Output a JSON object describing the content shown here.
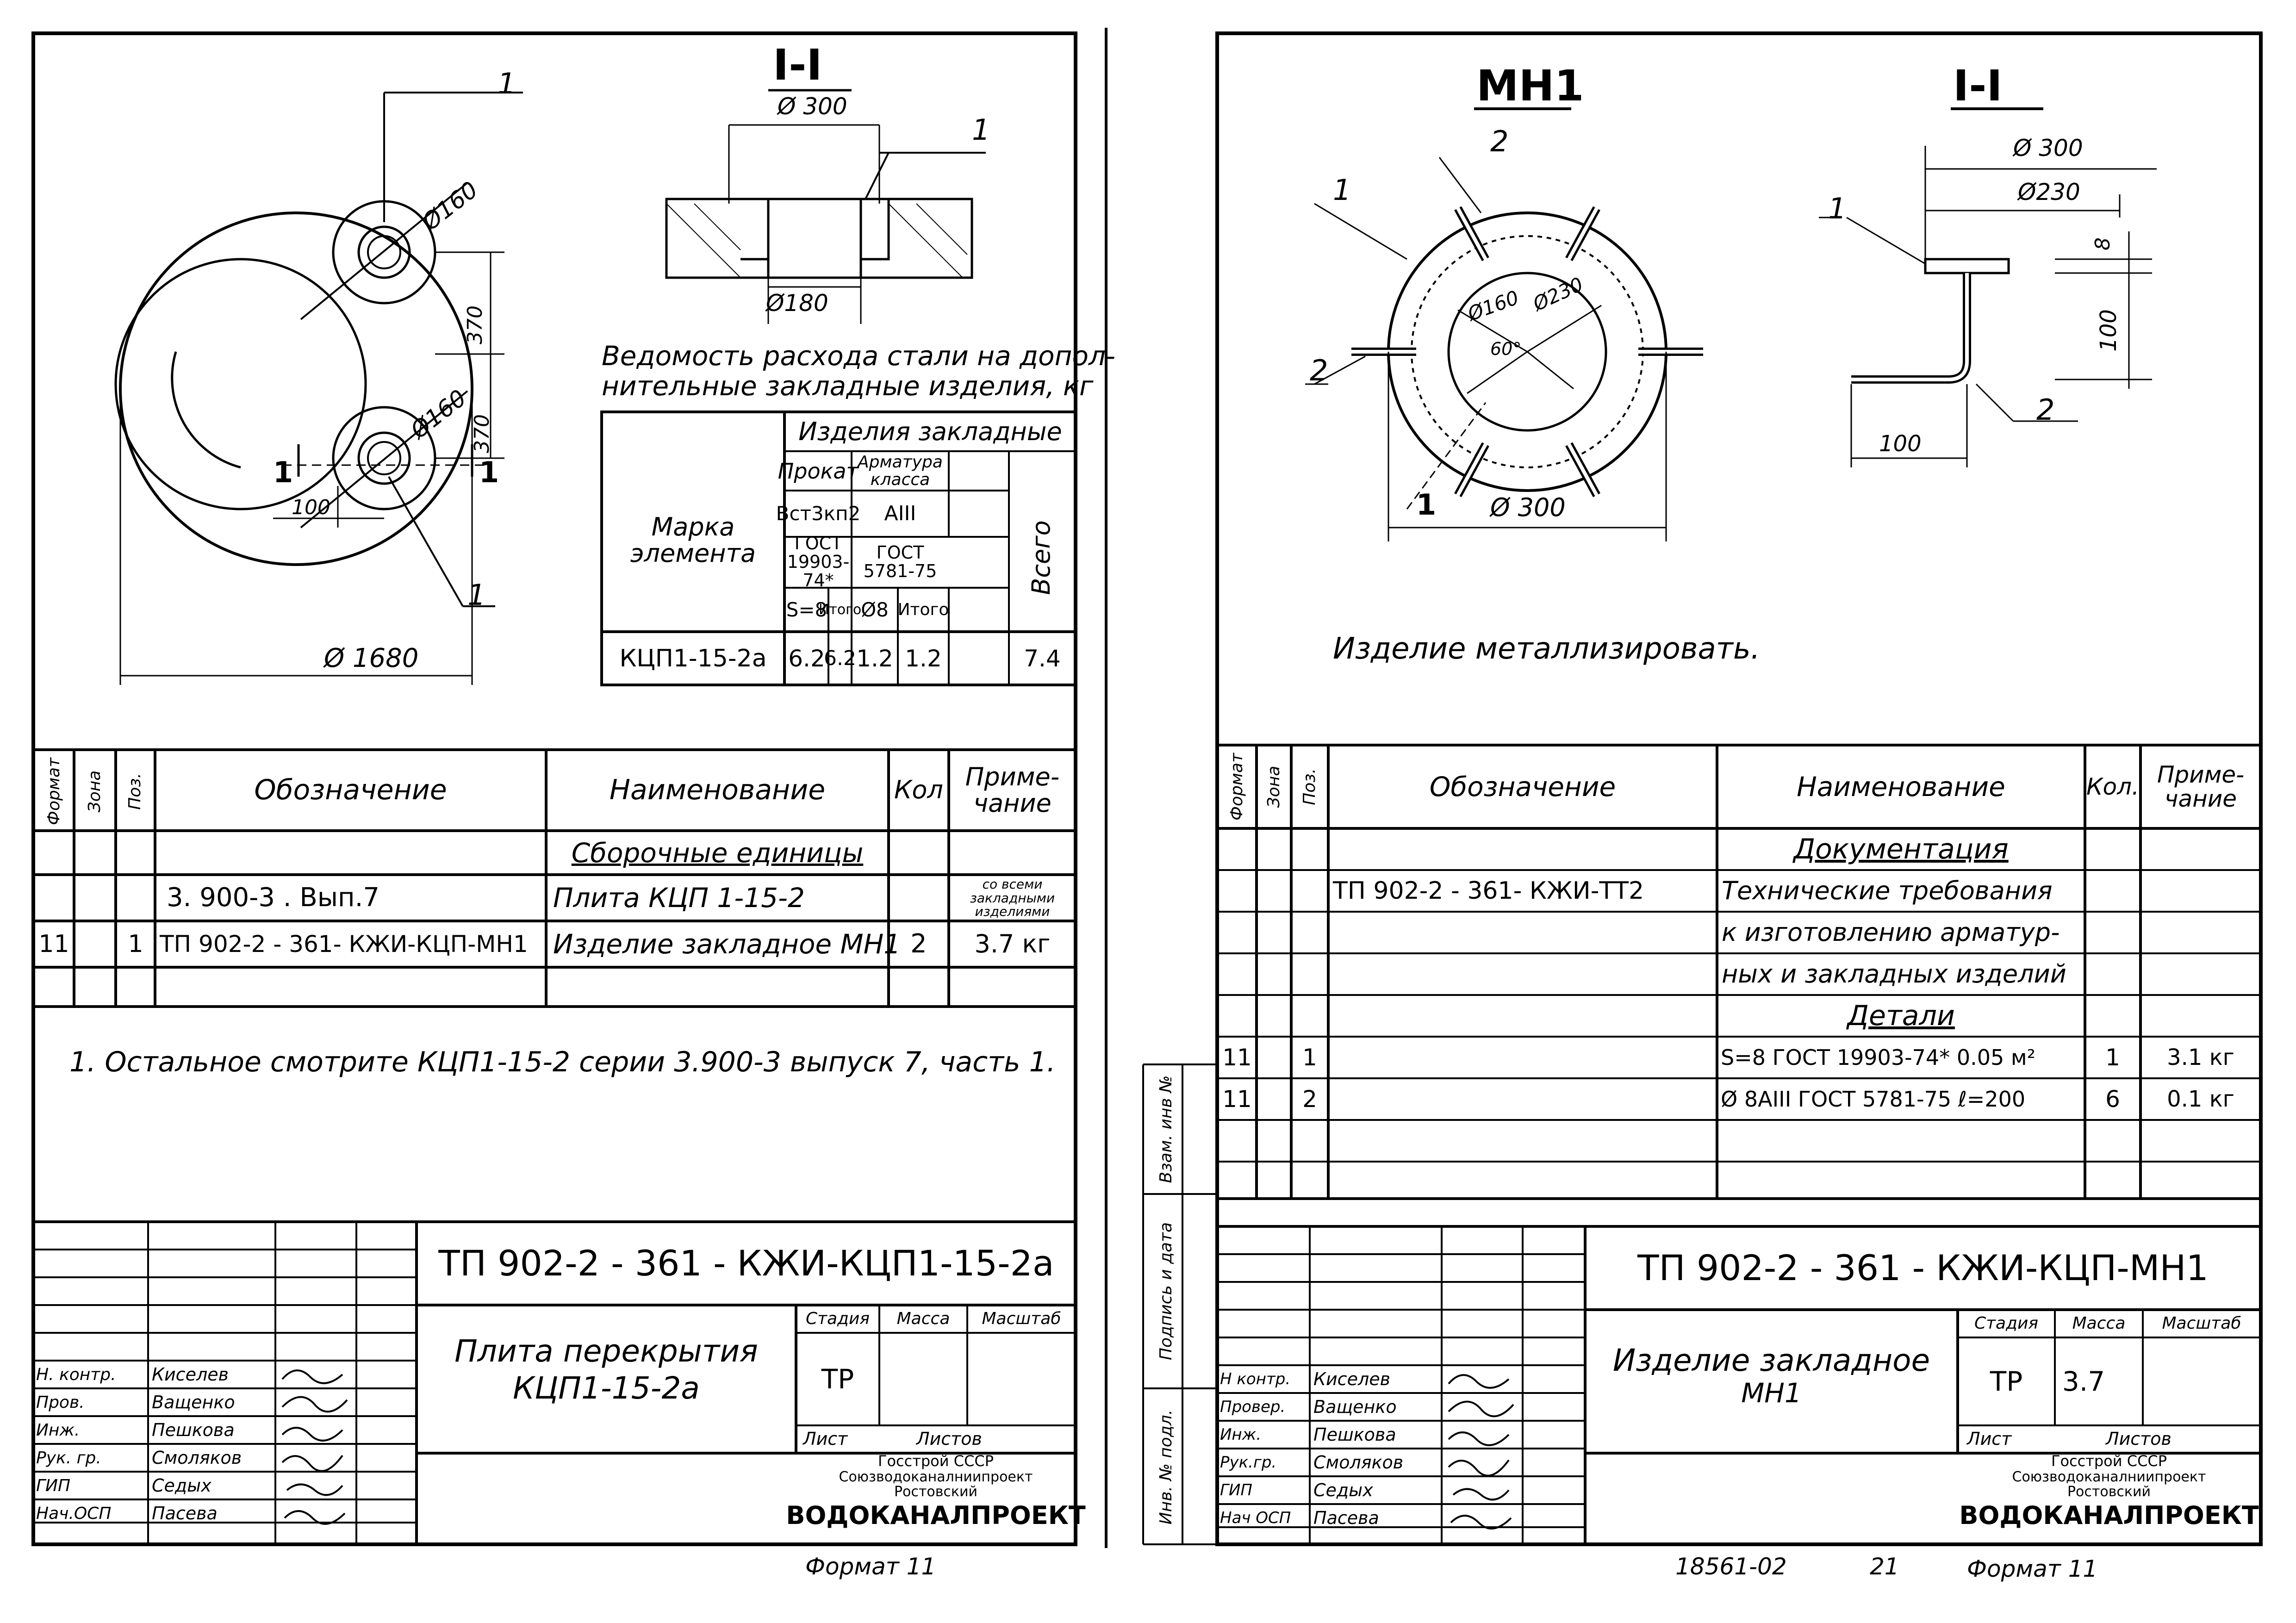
{
  "left_sheet": {
    "top_view": {
      "callout_1": "1",
      "dia_hole_upper": "Ø160",
      "dia_hole_lower": "Ø160",
      "dim_370_a": "370",
      "dim_370_b": "370",
      "dim_100": "100",
      "section_mark_left": "1",
      "section_mark_right": "1",
      "callout_1_lower": "1",
      "dia_plate": "Ø 1680"
    },
    "section": {
      "title": "I-I",
      "dia_300": "Ø 300",
      "dia_180": "Ø180",
      "callout_1": "1"
    },
    "steel_table": {
      "caption_line1": "Ведомость расхода стали на допол-",
      "caption_line2": "нительные закладные изделия, кг",
      "header_group": "Изделия закладные",
      "col_mark": "Марка элемента",
      "col_prokat": "Прокат",
      "col_armatura": "Арматура класса",
      "col_total": "Всего",
      "prokat_grade": "Вст3кп2",
      "armatura_grade": "АIII",
      "prokat_gost": "ГОСТ 19903-74*",
      "armatura_gost": "ГОСТ 5781-75",
      "sub_s8": "S=8",
      "sub_itogo1": "Итого",
      "sub_d8": "Ø8",
      "sub_itogo2": "Итого",
      "row_mark": "КЦП1-15-2а",
      "row_values": [
        "6.2",
        "6.2",
        "1.2",
        "1.2",
        "7.4"
      ]
    },
    "spec": {
      "col_format": "Формат",
      "col_zone": "Зона",
      "col_pos": "Поз.",
      "col_designation": "Обозначение",
      "col_name": "Наименование",
      "col_qty": "Кол",
      "col_note": "Приме-чание",
      "section_assembly": "Сборочные единицы",
      "row1_designation": "3. 900-3 . Вып.7",
      "row1_name": "Плита КЦП 1-15-2",
      "row1_note": "со всеми закладными изделиями",
      "row2_format": "11",
      "row2_pos": "1",
      "row2_designation": "ТП 902-2 - 361- КЖИ-КЦП-МН1",
      "row2_name": "Изделие закладное МН1",
      "row2_qty": "2",
      "row2_note": "3.7 кг"
    },
    "note": "1. Остальное смотрите КЦП1-15-2 серии 3.900-3 выпуск 7, часть 1.",
    "stamp": {
      "code": "ТП 902-2 - 361 - КЖИ-КЦП1-15-2а",
      "title_line1": "Плита перекрытия",
      "title_line2": "КЦП1-15-2а",
      "stage_label": "Стадия",
      "mass_label": "Масса",
      "scale_label": "Масштаб",
      "stage": "ТР",
      "sheet_label": "Лист",
      "sheets_label": "Листов",
      "org_line1": "Госстрой СССР",
      "org_line2": "Союзводоканалниипроект",
      "org_line3": "Ростовский",
      "org_line4": "ВОДОКАНАЛПРОЕКТ",
      "roles": [
        "Н. контр.",
        "Пров.",
        "Инж.",
        "Рук. гр.",
        "ГИП",
        "Нач.ОСП"
      ],
      "names": [
        "Киселев",
        "Ващенко",
        "Пешкова",
        "Смоляков",
        "Седых",
        "Пасева"
      ]
    },
    "format_label": "Формат 11"
  },
  "right_sheet": {
    "plan": {
      "title": "МН1",
      "callout_1": "1",
      "callout_2_top": "2",
      "callout_2_left": "2",
      "dia_160": "Ø160",
      "dia_230": "Ø230",
      "angle": "60°",
      "section_mark": "1",
      "dia_300": "Ø 300"
    },
    "section": {
      "title": "I-I",
      "dia_300": "Ø 300",
      "dia_230": "Ø230",
      "callout_1": "1",
      "callout_2": "2",
      "dim_8": "8",
      "dim_100_v": "100",
      "dim_100_h": "100"
    },
    "note": "Изделие металлизировать.",
    "spec": {
      "col_format": "Формат",
      "col_zone": "Зона",
      "col_pos": "Поз.",
      "col_designation": "Обозначение",
      "col_name": "Наименование",
      "col_qty": "Кол.",
      "col_note": "Приме-чание",
      "section_docs": "Документация",
      "row_doc_designation": "ТП 902-2 - 361- КЖИ-ТТ2",
      "row_doc_name_1": "Технические требования",
      "row_doc_name_2": "к изготовлению арматур-",
      "row_doc_name_3": "ных и закладных изделий",
      "section_details": "Детали",
      "rows": [
        {
          "format": "11",
          "pos": "1",
          "name": "S=8 ГОСТ 19903-74* 0.05 м²",
          "qty": "1",
          "note": "3.1 кг"
        },
        {
          "format": "11",
          "pos": "2",
          "name": "Ø 8АIII ГОСТ 5781-75  ℓ=200",
          "qty": "6",
          "note": "0.1 кг"
        }
      ]
    },
    "side_labels": [
      "Взам. инв №",
      "Подпись и дата",
      "Инв. № подл."
    ],
    "stamp": {
      "code": "ТП 902-2 - 361 - КЖИ-КЦП-МН1",
      "title_line1": "Изделие закладное",
      "title_line2": "МН1",
      "stage_label": "Стадия",
      "mass_label": "Масса",
      "scale_label": "Масштаб",
      "stage": "ТР",
      "mass": "3.7",
      "sheet_label": "Лист",
      "sheets_label": "Листов",
      "org_line1": "Госстрой СССР",
      "org_line2": "Союзводоканалниипроект",
      "org_line3": "Ростовский",
      "org_line4": "ВОДОКАНАЛПРОЕКТ",
      "roles": [
        "Н контр.",
        "Провер.",
        "Инж.",
        "Рук.гр.",
        "ГИП",
        "Нач ОСП"
      ],
      "names": [
        "Киселев",
        "Ващенко",
        "Пешкова",
        "Смоляков",
        "Седых",
        "Пасева"
      ]
    },
    "sheet_code": "18561-02",
    "sheet_no": "21",
    "format_label": "Формат 11"
  }
}
